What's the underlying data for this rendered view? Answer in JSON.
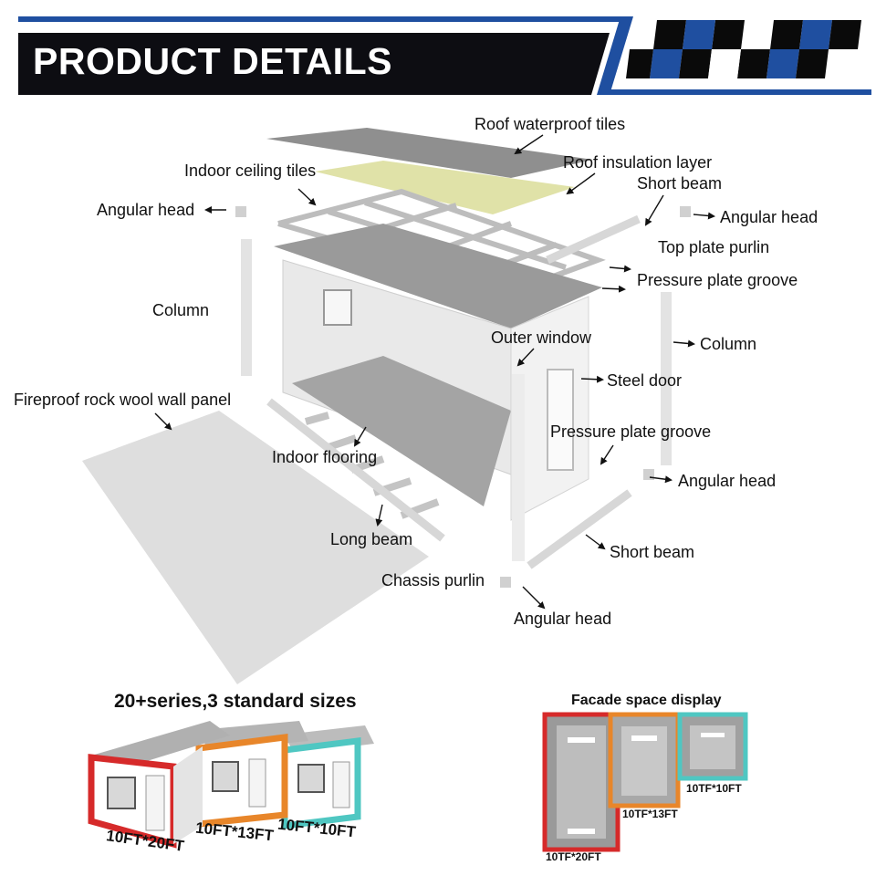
{
  "header": {
    "title": "PRODUCT DETAILS",
    "colors": {
      "banner": "#0d0d12",
      "accent": "#1f4fa0",
      "checker": "#0a0a0a"
    }
  },
  "labels": [
    "Roof waterproof tiles",
    "Roof insulation layer",
    "Indoor ceiling tiles",
    "Short beam",
    "Angular head",
    "Angular head",
    "Top plate purlin",
    "Pressure plate groove",
    "Column",
    "Outer window",
    "Column",
    "Steel door",
    "Fireproof rock wool wall panel",
    "Pressure plate groove",
    "Indoor flooring",
    "Angular head",
    "Long beam",
    "Short beam",
    "Chassis purlin",
    "Angular head"
  ],
  "sizes_panel": {
    "title": "20+series,3 standard sizes",
    "units": [
      {
        "label": "10FT*20FT",
        "frame_color": "#d62a2a"
      },
      {
        "label": "10FT*13FT",
        "frame_color": "#e8862a"
      },
      {
        "label": "10FT*10FT",
        "frame_color": "#4fc7c2"
      }
    ]
  },
  "facade_panel": {
    "title": "Facade space display",
    "units": [
      {
        "label": "10TF*20FT",
        "frame_color": "#d62a2a"
      },
      {
        "label": "10TF*13FT",
        "frame_color": "#e8862a"
      },
      {
        "label": "10TF*10FT",
        "frame_color": "#4fc7c2"
      }
    ]
  }
}
